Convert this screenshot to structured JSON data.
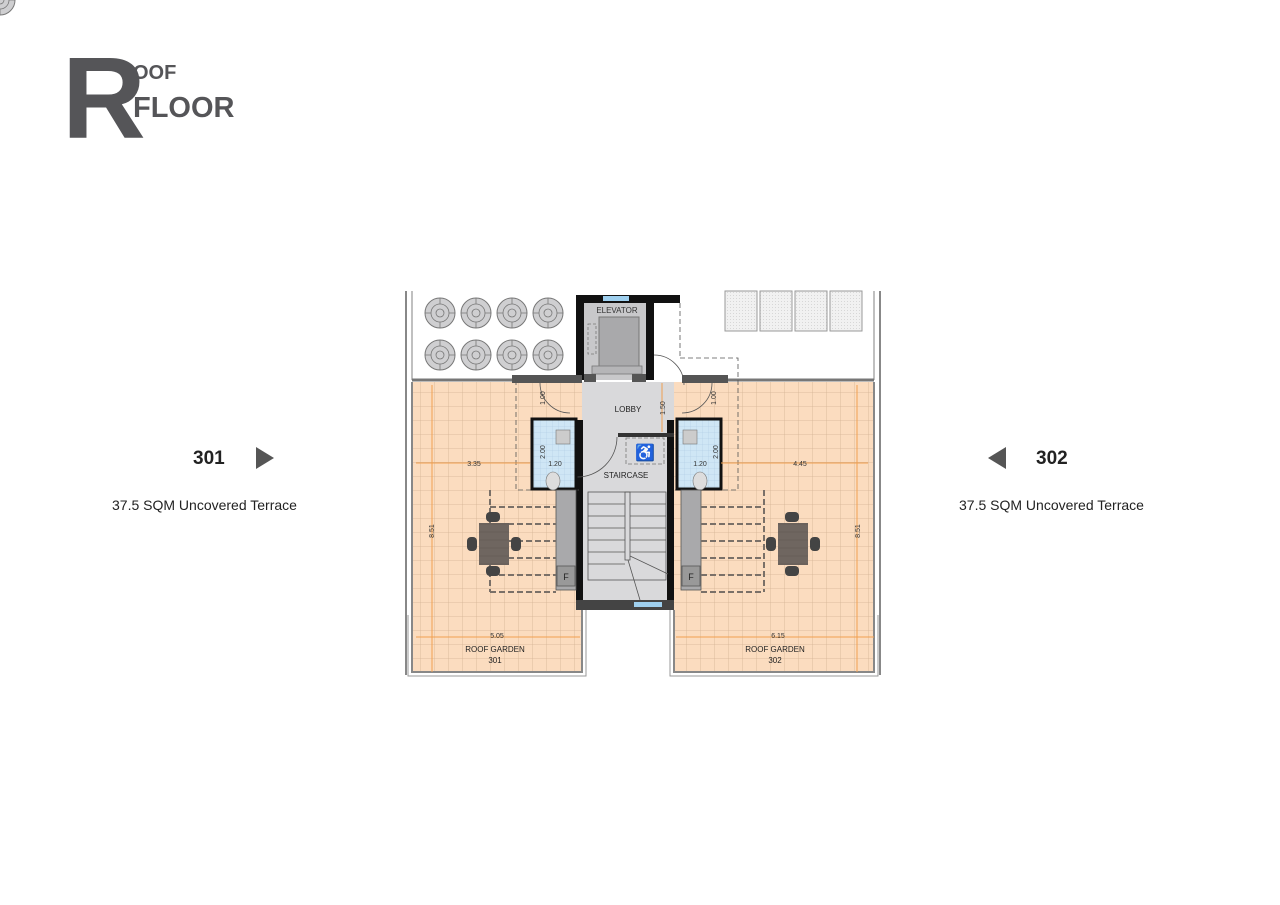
{
  "header": {
    "initial": "R",
    "line1": "OOF",
    "line2": "FLOOR"
  },
  "units": [
    {
      "number": "301",
      "description": "37.5 SQM Uncovered Terrace",
      "arrow": "triangle-right"
    },
    {
      "number": "302",
      "description": "37.5 SQM Uncovered Terrace",
      "arrow": "triangle-left"
    }
  ],
  "plan": {
    "rooms": {
      "elevator": "ELEVATOR",
      "lobby": "LOBBY",
      "staircase": "STAIRCASE",
      "garden_left": {
        "name": "ROOF GARDEN",
        "number": "301"
      },
      "garden_right": {
        "name": "ROOF GARDEN",
        "number": "302"
      }
    },
    "dimensions": {
      "left_width_upper": "3.35",
      "right_width_upper": "4.45",
      "left_width_lower": "5.05",
      "right_width_lower": "6.15",
      "left_height": "8.51",
      "right_height": "8.51",
      "lobby_depth": "1.50",
      "door_left": "1.00",
      "door_right": "1.00",
      "wc_left_h": "2.00",
      "wc_left_w": "1.20",
      "wc_right_h": "2.00",
      "wc_right_w": "1.20"
    },
    "symbols": {
      "accessible": "♿",
      "fridge_left": "F",
      "fridge_right": "F"
    },
    "colors": {
      "terrace_fill": "#fbdcbf",
      "grid_line": "#c9a98a",
      "dimension_line": "#f0a050",
      "wall": "#111111",
      "core_floor": "#d9d9db",
      "wc_tile": "#cfe6f5",
      "window": "#9fd0ef",
      "text_dark": "#555558"
    }
  }
}
